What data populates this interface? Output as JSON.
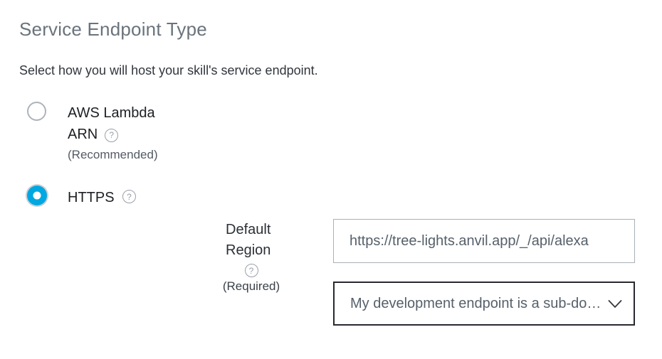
{
  "section": {
    "title": "Service Endpoint Type",
    "description": "Select how you will host your skill's service endpoint."
  },
  "options": {
    "lambda": {
      "label_line1": "AWS Lambda",
      "label_line2": "ARN",
      "note": "(Recommended)",
      "selected": false
    },
    "https": {
      "label": "HTTPS",
      "selected": true
    }
  },
  "form": {
    "field_label_line1": "Default",
    "field_label_line2": "Region",
    "required_note": "(Required)",
    "endpoint_input": {
      "value": "https://tree-lights.anvil.app/_/api/alexa"
    },
    "ssl_select": {
      "selected_value": "My development endpoint is a sub-do…"
    }
  },
  "icons": {
    "help": "?"
  },
  "colors": {
    "accent_radio_selected": "#00a8e1",
    "title_text": "#6a737c",
    "body_text": "#31363c",
    "field_text": "#56606a",
    "input_border": "#a9b0b7",
    "select_border": "#26292e"
  }
}
